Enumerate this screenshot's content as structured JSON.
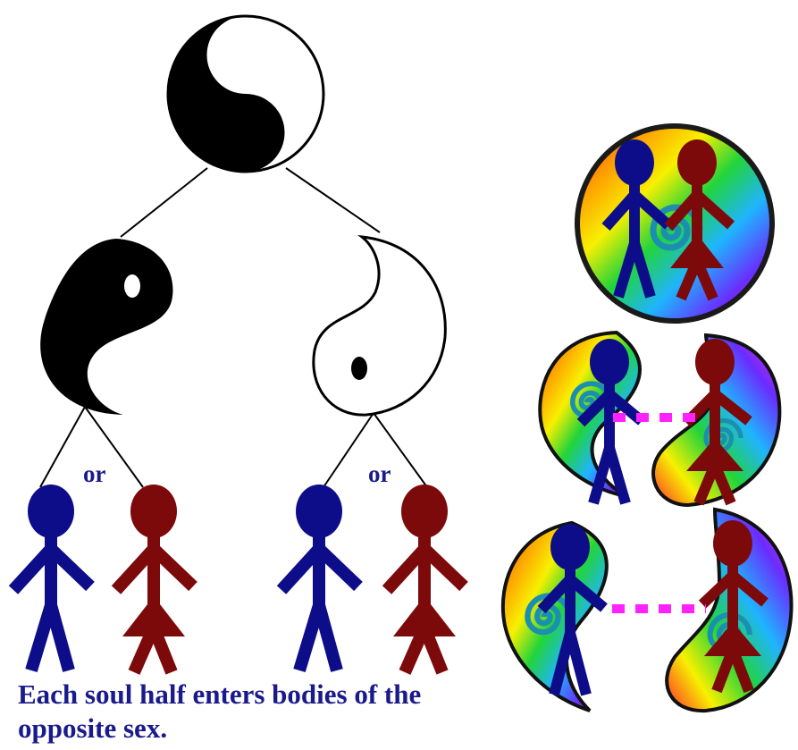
{
  "labels": {
    "or_left": "or",
    "or_right": "or"
  },
  "caption": "Each soul half enters bodies of the opposite sex.",
  "colors": {
    "male": "#0d0d8a",
    "female": "#7d0a0a",
    "connector": "#ff22ff",
    "yin": "#000000",
    "yang": "#ffffff"
  },
  "icons": {
    "top": "yin-yang-icon",
    "left_half": "yin-half-icon",
    "right_half": "yang-half-icon"
  }
}
